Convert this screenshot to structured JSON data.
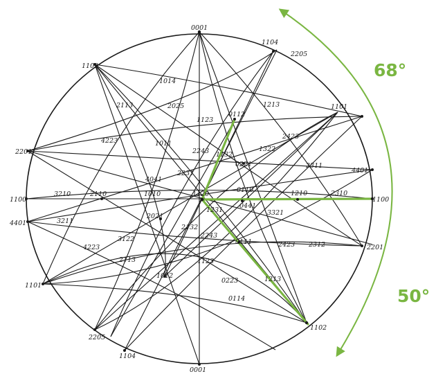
{
  "figure": {
    "angles": {
      "upper": "68°",
      "lower": "50°"
    },
    "colors": {
      "outline": "#1a1a1a",
      "highlight": "#7ab642",
      "background": "#ffffff"
    },
    "labels": {
      "n0001": "0001",
      "n1104t": "1104",
      "n2205t": "2205",
      "n1102": "1102",
      "n1014": "1014",
      "n2113": "2113",
      "n2025": "2025",
      "n1123": "1123",
      "n0112": "0112",
      "n1213": "1213",
      "n1101r": "1101",
      "n2423": "2423",
      "n1322": "1322",
      "n2201l": "2201",
      "n4223": "4223",
      "n1011": "1011",
      "n2243": "2243",
      "n1132": "1132",
      "n0221": "0221",
      "n2311": "2311",
      "n4401r": "4401",
      "n4041": "4041",
      "n2231": "2231",
      "n3210": "3210",
      "n2110": "2110",
      "n1010": "1010",
      "n1120": "1120",
      "n0110": "0110",
      "n1210": "1210",
      "n2310": "2310",
      "n1100l": "1100",
      "n1100r": "1100",
      "n4401l": "4401",
      "n3211": "3211",
      "n0441": "0441",
      "n2021": "2021",
      "n1231": "1231",
      "n3321": "3321",
      "n2132": "2132",
      "n2243b": "2243",
      "n4223b": "4223",
      "n3122": "3122",
      "n0111": "0111",
      "n2201r": "2201",
      "n2113b": "2113",
      "n1123b": "1123",
      "n2423b": "2423",
      "n2312": "2312",
      "n1101l": "1101",
      "n1012": "1012",
      "n0223": "0223",
      "n1213b": "1213",
      "n0114": "0114",
      "n1102b": "1102",
      "n2205b": "2205",
      "n1104b": "1104",
      "n0001b": "0001"
    }
  }
}
